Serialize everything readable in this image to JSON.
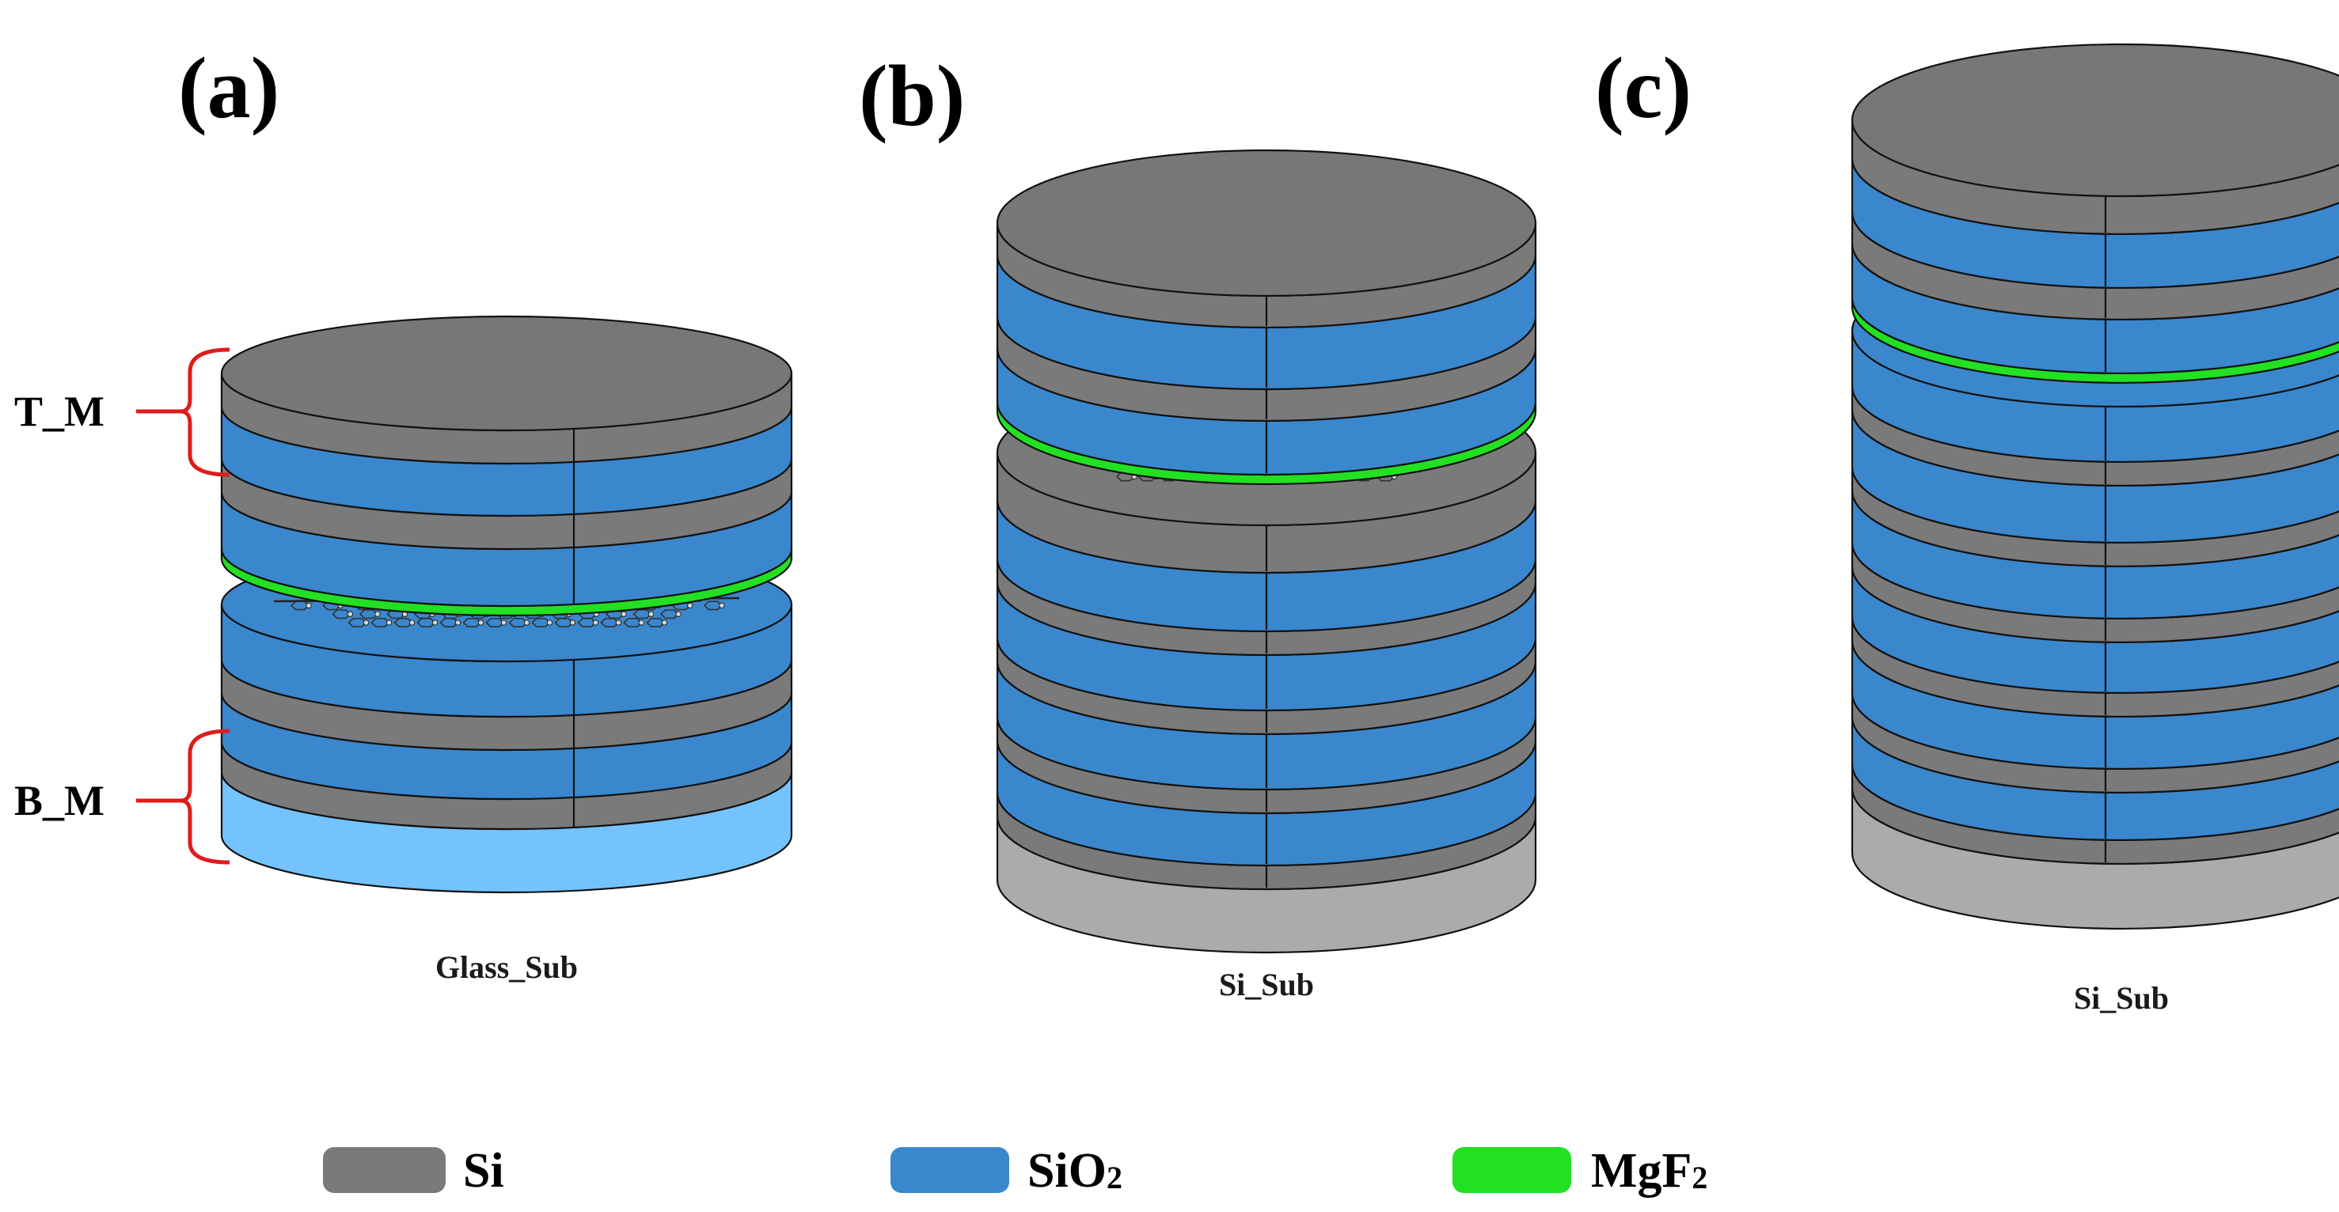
{
  "panels": [
    {
      "label": "(a)",
      "substrate_label": "Glass_Sub",
      "bracket_labels": [
        "T_M",
        "B_M"
      ]
    },
    {
      "label": "(b)",
      "substrate_label": "Si_Sub"
    },
    {
      "label": "(c)",
      "substrate_label": "Si_Sub"
    }
  ],
  "legend": [
    {
      "label": "Si",
      "color": "#7a7a7a"
    },
    {
      "label": "SiO",
      "sub": "2",
      "color": "#3a87cd"
    },
    {
      "label": "MgF",
      "sub": "2",
      "color": "#22e022"
    }
  ],
  "colors": {
    "si": "#7a7a7a",
    "si_top": "#777777",
    "sio2": "#3a87cd",
    "mgf2": "#22e022",
    "glass_sub": "#74c3ff",
    "si_sub": "#ababab",
    "bracket": "#e01b1b"
  }
}
